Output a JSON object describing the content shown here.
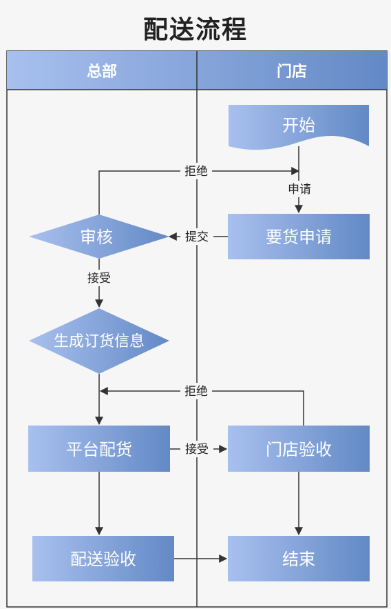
{
  "title": "配送流程",
  "lanes": {
    "left": "总部",
    "right": "门店"
  },
  "nodes": {
    "start": "开始",
    "request": "要货申请",
    "review": "审核",
    "generate": "生成订货信息",
    "platform": "平台配货",
    "store_accept": "门店验收",
    "delivery_accept": "配送验收",
    "end": "结束"
  },
  "edges": {
    "reject_top": "拒绝",
    "apply": "申请",
    "submit": "提交",
    "accept_review": "接受",
    "reject_mid": "拒绝",
    "accept_platform": "接受"
  },
  "colors": {
    "shape_light": "#a8c0ee",
    "shape_dark": "#6389c6",
    "line": "#333333",
    "frame": "#333333"
  }
}
